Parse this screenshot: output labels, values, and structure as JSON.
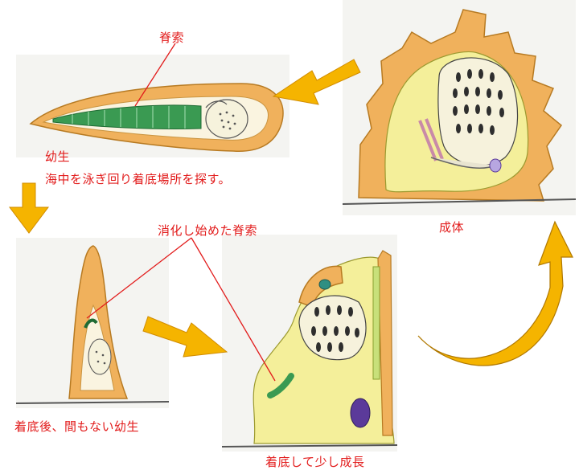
{
  "labels": {
    "notochord": "脊索",
    "larva": "幼生",
    "larva_desc": "海中を泳ぎ回り着底場所を探す。",
    "digesting_notochord": "消化し始めた脊索",
    "adult": "成体",
    "after_settling": "着底後、間もない幼生",
    "settled_growing": "着底して少し成長"
  },
  "colors": {
    "label_red": "#e21b1b",
    "arrow_fill": "#f5b400",
    "arrow_edge": "#d18c00",
    "tunic_orange": "#f0b15c",
    "body_yellow": "#f4ef9a",
    "notochord_green": "#3a9a52",
    "pharynx_cream": "#f6f2dc",
    "stigmata_dark": "#2e2e2e",
    "gonad_purple": "#5b3a9a"
  }
}
